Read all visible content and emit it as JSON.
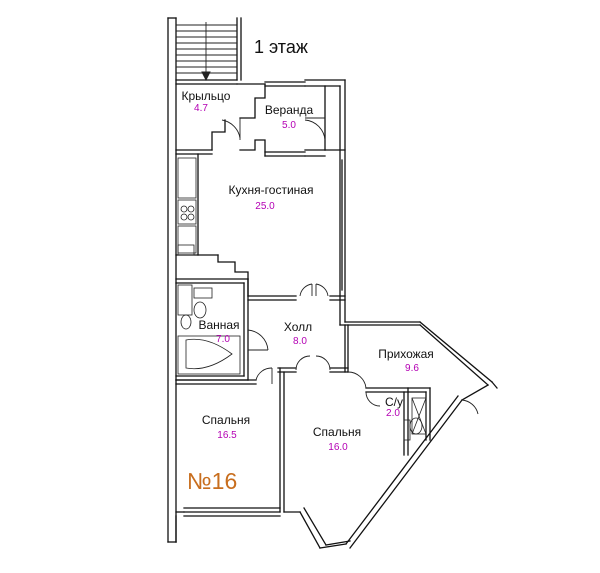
{
  "floor_title": "1 этаж",
  "apartment_number": "№16",
  "colors": {
    "wall": "#111111",
    "area_text": "#b400b4",
    "apartment_number": "#c86e1e",
    "line": "#222222"
  },
  "rooms": [
    {
      "id": "porch",
      "name": "Крыльцо",
      "area": "4.7"
    },
    {
      "id": "veranda",
      "name": "Веранда",
      "area": "5.0"
    },
    {
      "id": "kitchen",
      "name": "Кухня-гостиная",
      "area": "25.0"
    },
    {
      "id": "bath",
      "name": "Ванная",
      "area": "7.0"
    },
    {
      "id": "hall",
      "name": "Холл",
      "area": "8.0"
    },
    {
      "id": "entry",
      "name": "Прихожая",
      "area": "9.6"
    },
    {
      "id": "wc",
      "name": "С/у",
      "area": "2.0"
    },
    {
      "id": "bedroom1",
      "name": "Спальня",
      "area": "16.5"
    },
    {
      "id": "bedroom2",
      "name": "Спальня",
      "area": "16.0"
    }
  ]
}
